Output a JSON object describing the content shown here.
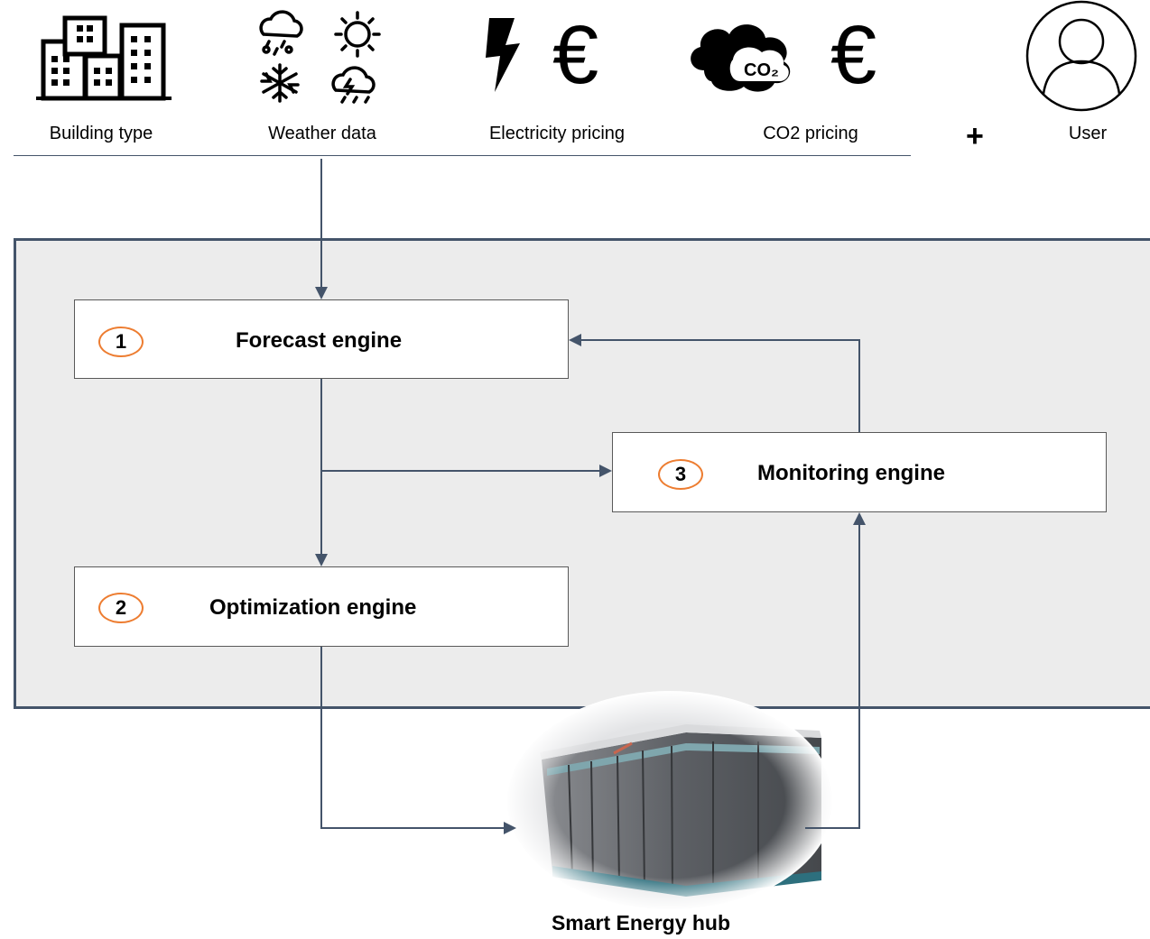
{
  "inputs": [
    {
      "label": "Building type",
      "icon": "buildings-icon"
    },
    {
      "label": "Weather data",
      "icon": "weather-icon"
    },
    {
      "label": "Electricity pricing",
      "icon": "lightning-euro-icon"
    },
    {
      "label": "CO2 pricing",
      "icon": "co2-cloud-euro-icon"
    }
  ],
  "plus_sign": "+",
  "user": {
    "label": "User",
    "icon": "user-icon"
  },
  "co2_text": "CO₂",
  "euro_symbol": "€",
  "engines": {
    "forecast": {
      "number": "1",
      "title": "Forecast engine"
    },
    "optimization": {
      "number": "2",
      "title": "Optimization engine"
    },
    "monitoring": {
      "number": "3",
      "title": "Monitoring engine"
    }
  },
  "hub": {
    "label": "Smart Energy hub"
  },
  "colors": {
    "panel": "#ececec",
    "panel_border": "#44546a",
    "arrow": "#44546a",
    "badge_border": "#ed7d31"
  }
}
